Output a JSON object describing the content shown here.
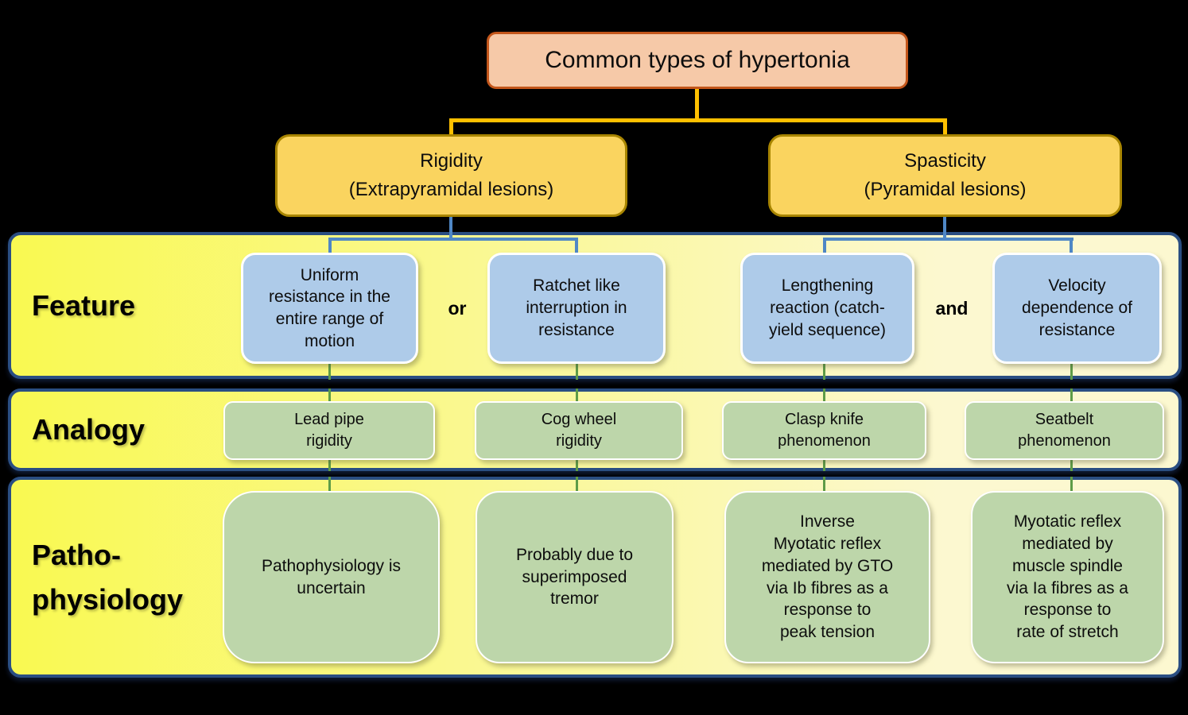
{
  "colors": {
    "background": "#000000",
    "title_fill": "#F6C9A8",
    "title_border": "#C3561B",
    "type_fill": "#FAD45F",
    "type_border": "#A88500",
    "band_yellow_left": "#F9F951",
    "band_yellow_right": "#FCF8D0",
    "band_border": "#2A4E82",
    "feature_box_fill": "#AECBE9",
    "analogy_box_fill": "#BDD6AA",
    "patho_box_fill": "#BDD6AA",
    "connector_orange": "#FFC000",
    "connector_blue": "#4F87C5",
    "connector_green": "#5E9C48"
  },
  "title": "Common types of hypertonia",
  "branches": [
    {
      "label": "Rigidity\n(Extrapyramidal lesions)"
    },
    {
      "label": "Spasticity\n(Pyramidal lesions)"
    }
  ],
  "rows": {
    "feature": {
      "label": "Feature",
      "conjunction_left": "or",
      "conjunction_right": "and",
      "boxes": [
        "Uniform\nresistance in the\nentire range of\nmotion",
        "Ratchet like\ninterruption in\nresistance",
        "Lengthening\nreaction (catch-\nyield sequence)",
        "Velocity\ndependence of\nresistance"
      ]
    },
    "analogy": {
      "label": "Analogy",
      "boxes": [
        "Lead pipe\nrigidity",
        "Cog wheel\nrigidity",
        "Clasp knife\nphenomenon",
        "Seatbelt\nphenomenon"
      ]
    },
    "pathophysiology": {
      "label": "Patho-\nphysiology",
      "boxes": [
        "Pathophysiology is\nuncertain",
        "Probably due to\nsuperimposed\ntremor",
        "Inverse\nMyotatic reflex\nmediated by GTO\nvia Ib fibres as a\nresponse to\npeak tension",
        "Myotatic reflex\nmediated by\nmuscle spindle\nvia Ia fibres as a\nresponse to\nrate of stretch"
      ]
    }
  }
}
